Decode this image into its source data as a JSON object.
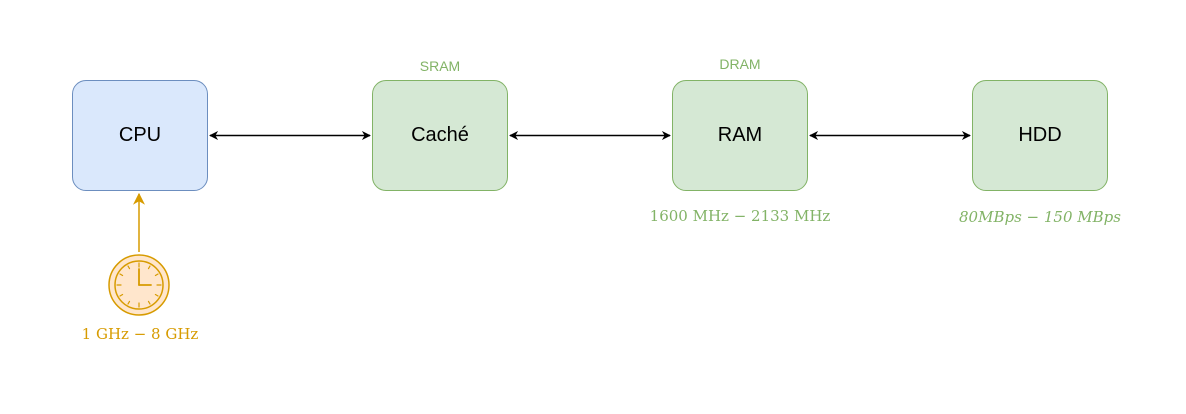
{
  "nodes": {
    "cpu": {
      "label": "CPU"
    },
    "cache": {
      "label": "Caché",
      "tech": "SRAM"
    },
    "ram": {
      "label": "RAM",
      "tech": "DRAM",
      "speed": "1600 MHz − 2133 MHz"
    },
    "hdd": {
      "label": "HDD",
      "speed": "80MBps − 150 MBps"
    }
  },
  "clock": {
    "icon": "clock-icon",
    "speed": "1 GHz − 8 GHz"
  },
  "colors": {
    "cpu_fill": "#dae8fc",
    "cpu_stroke": "#6c8ebf",
    "memory_fill": "#d5e8d4",
    "memory_stroke": "#82b366",
    "clock_fill": "#ffe6cc",
    "clock_stroke": "#d79b00"
  }
}
